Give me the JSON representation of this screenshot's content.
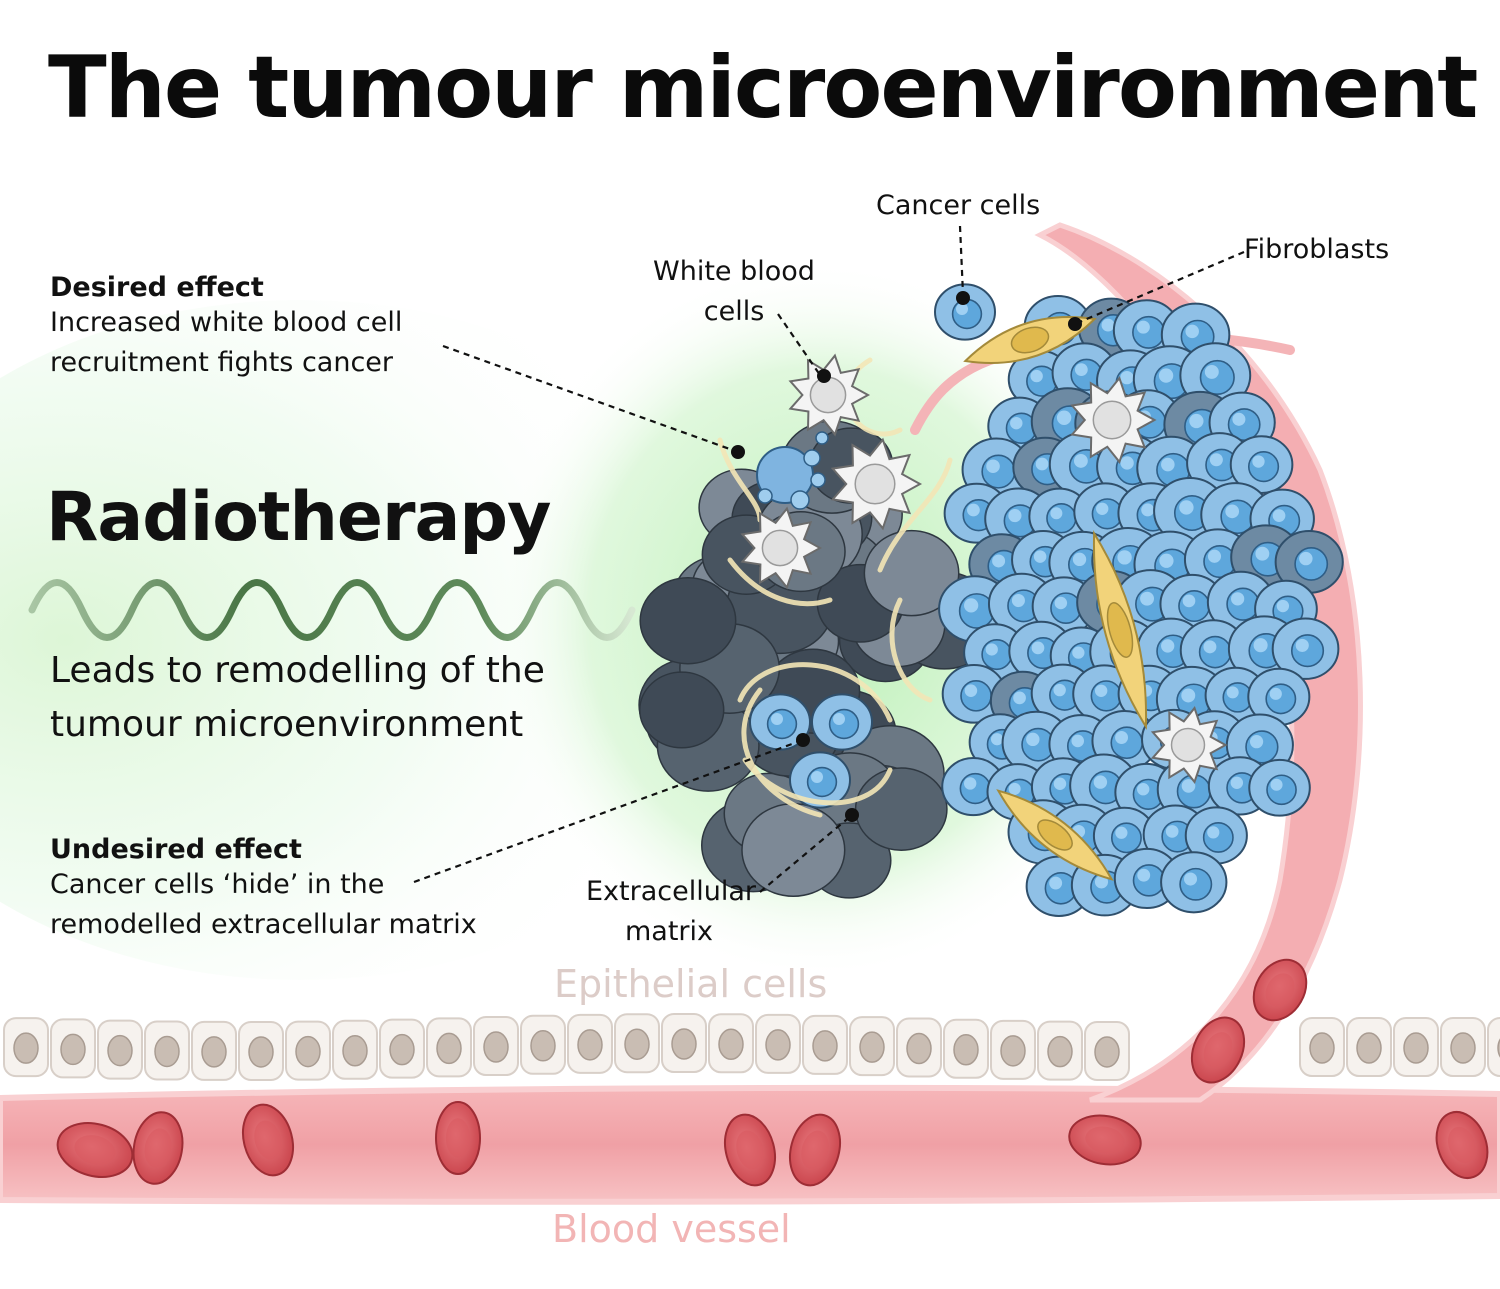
{
  "title": "The tumour microenvironment",
  "desired": {
    "heading": "Desired effect",
    "lines": [
      "Increased white blood cell",
      "recruitment fights cancer"
    ]
  },
  "therapy": {
    "name": "Radiotherapy",
    "lines": [
      "Leads to remodelling of the",
      "tumour microenvironment"
    ]
  },
  "undesired": {
    "heading": "Undesired effect",
    "lines": [
      "Cancer cells ‘hide’ in the",
      "remodelled extracellular matrix"
    ]
  },
  "labels": {
    "cancer_cells": "Cancer cells",
    "fibroblasts": "Fibroblasts",
    "white_blood_cells": [
      "White blood",
      "cells"
    ],
    "extracellular_matrix": [
      "Extracellular",
      "matrix"
    ],
    "epithelial_cells": "Epithelial cells",
    "blood_vessel": "Blood vessel"
  },
  "colors": {
    "cancer_cell": "#8fc0e6",
    "dead_cell": "#5c6a78",
    "fibroblast": "#f2d37a",
    "vessel": "#f3a3a8",
    "red_blood_cell": "#d95a61",
    "glow": "#cdf2c8",
    "wave": "#4d7a4a"
  }
}
